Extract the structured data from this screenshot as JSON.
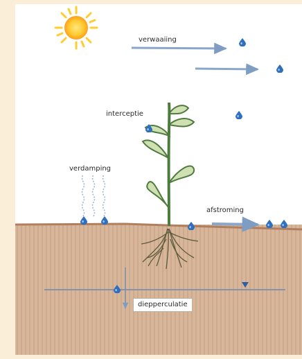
{
  "labels": {
    "verwaaiing": "verwaaiing",
    "interceptie": "interceptie",
    "verdamping": "verdamping",
    "afstroming": "afstroming",
    "diepperculatie": "diepperculatie"
  },
  "icons": {
    "sun": "sun-icon",
    "drop": "water-drop-icon",
    "water_table": "water-table-triangle-icon"
  },
  "colors": {
    "background": "#fbeed9",
    "sky": "#ffffff",
    "soil": "#d8b69a",
    "soil_stripe": "#c9a488",
    "surface": "#b7896a",
    "arrow": "#8aa6c8",
    "drop": "#2f6fbf",
    "plant": "#4f7b3e",
    "leaf": "#cfe0b3",
    "roots": "#5a5a3a",
    "sun": "#ffc83d"
  }
}
